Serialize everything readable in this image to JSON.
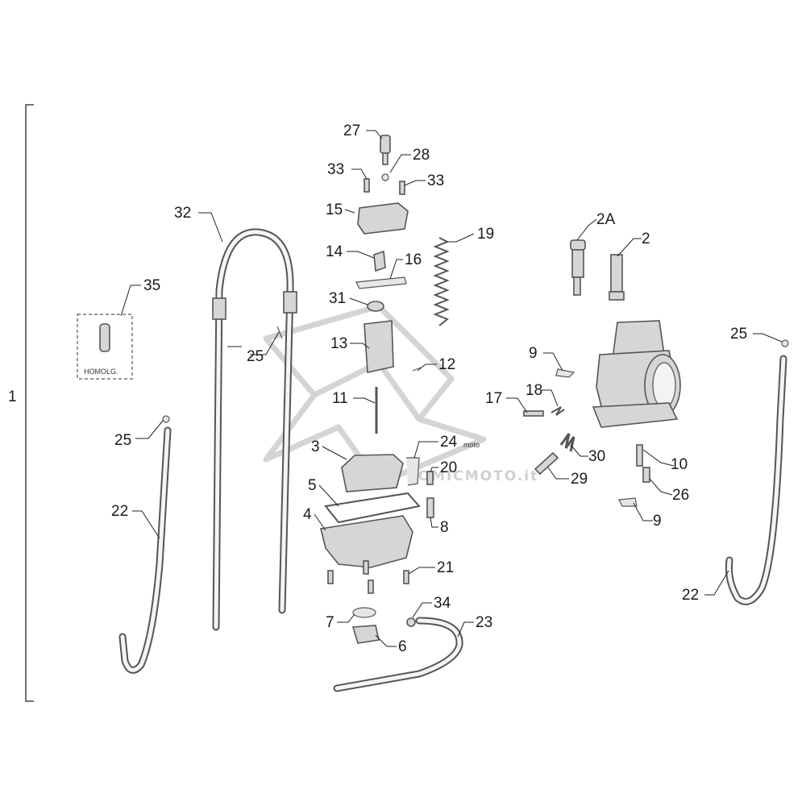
{
  "watermark": {
    "text": "TOMICMOTO.it",
    "small": "moto"
  },
  "assembly_label": "1",
  "homolog_label": "HOMOLG.",
  "callouts": [
    {
      "id": "c27",
      "text": "27"
    },
    {
      "id": "c28",
      "text": "28"
    },
    {
      "id": "c33a",
      "text": "33"
    },
    {
      "id": "c33b",
      "text": "33"
    },
    {
      "id": "c15",
      "text": "15"
    },
    {
      "id": "c14",
      "text": "14"
    },
    {
      "id": "c16",
      "text": "16"
    },
    {
      "id": "c31",
      "text": "31"
    },
    {
      "id": "c13",
      "text": "13"
    },
    {
      "id": "c12",
      "text": "12"
    },
    {
      "id": "c11",
      "text": "11"
    },
    {
      "id": "c19",
      "text": "19"
    },
    {
      "id": "c3",
      "text": "3"
    },
    {
      "id": "c24",
      "text": "24"
    },
    {
      "id": "c20",
      "text": "20"
    },
    {
      "id": "c5",
      "text": "5"
    },
    {
      "id": "c4",
      "text": "4"
    },
    {
      "id": "c8",
      "text": "8"
    },
    {
      "id": "c21",
      "text": "21"
    },
    {
      "id": "c7",
      "text": "7"
    },
    {
      "id": "c6",
      "text": "6"
    },
    {
      "id": "c34",
      "text": "34"
    },
    {
      "id": "c23",
      "text": "23"
    },
    {
      "id": "c32",
      "text": "32"
    },
    {
      "id": "c35",
      "text": "35"
    },
    {
      "id": "c25a",
      "text": "25"
    },
    {
      "id": "c25b",
      "text": "25"
    },
    {
      "id": "c22a",
      "text": "22"
    },
    {
      "id": "c2A",
      "text": "2A"
    },
    {
      "id": "c2",
      "text": "2"
    },
    {
      "id": "c9a",
      "text": "9"
    },
    {
      "id": "c17",
      "text": "17"
    },
    {
      "id": "c18",
      "text": "18"
    },
    {
      "id": "c30",
      "text": "30"
    },
    {
      "id": "c29",
      "text": "29"
    },
    {
      "id": "c10",
      "text": "10"
    },
    {
      "id": "c26",
      "text": "26"
    },
    {
      "id": "c9b",
      "text": "9"
    },
    {
      "id": "c25c",
      "text": "25"
    },
    {
      "id": "c22b",
      "text": "22"
    }
  ]
}
